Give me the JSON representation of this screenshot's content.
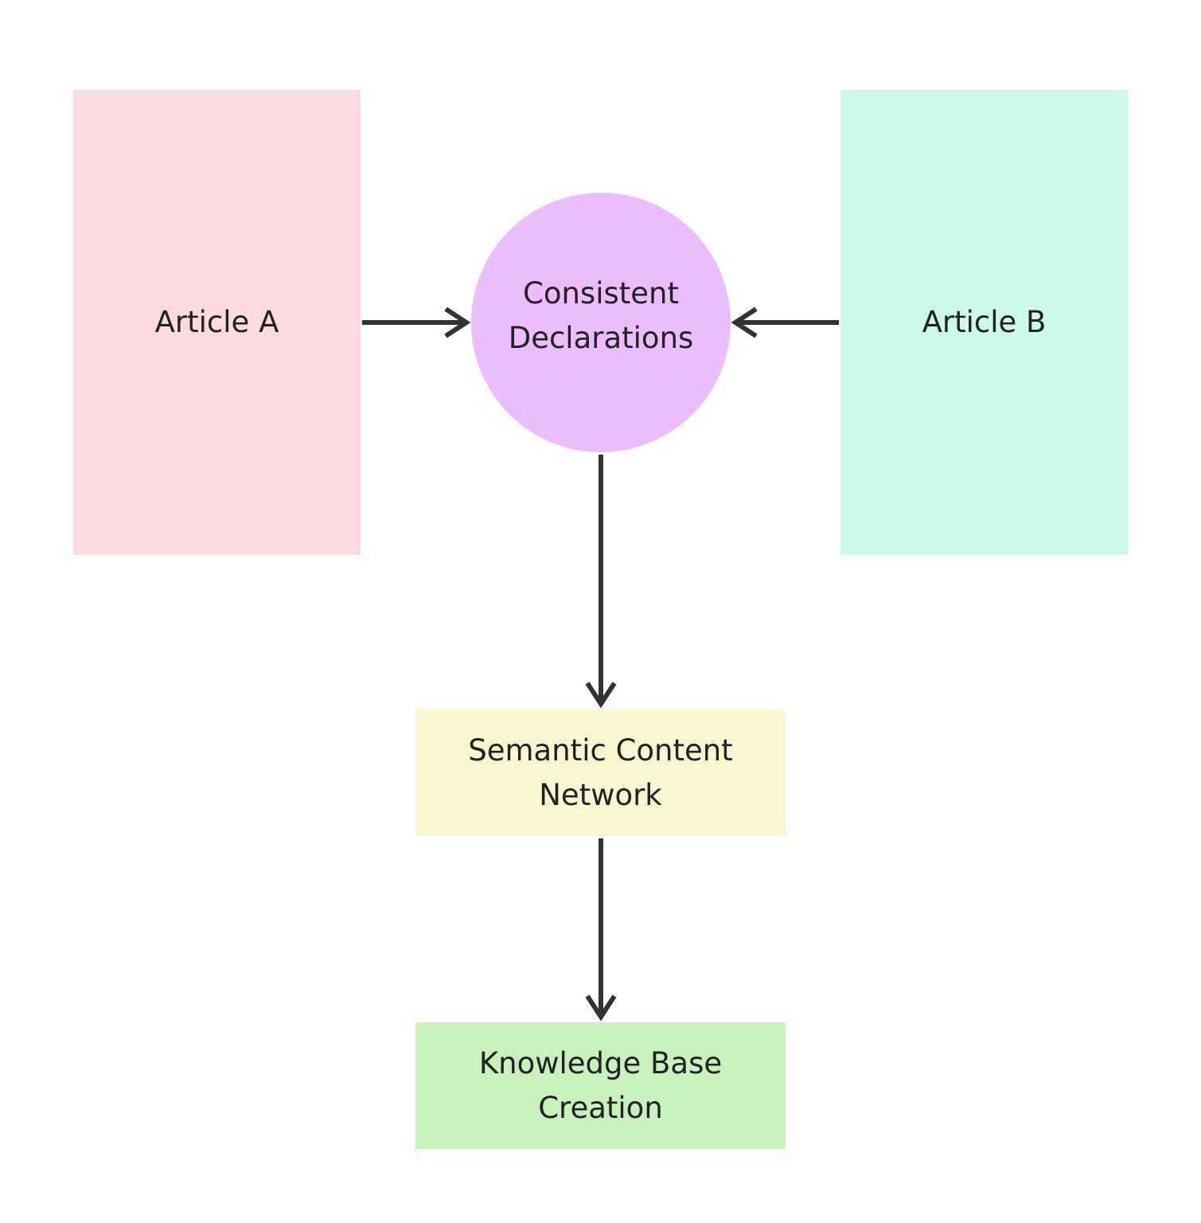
{
  "diagram": {
    "nodes": [
      {
        "id": "article-a",
        "label": "Article A",
        "color": "#fcdae1",
        "shape": "rectangle"
      },
      {
        "id": "consistent",
        "label": "Consistent\nDeclarations",
        "color": "#ebbdfc",
        "shape": "circle"
      },
      {
        "id": "article-b",
        "label": "Article B",
        "color": "#cdf9e8",
        "shape": "rectangle"
      },
      {
        "id": "semantic",
        "label": "Semantic Content\nNetwork",
        "color": "#f9f6d2",
        "shape": "rectangle"
      },
      {
        "id": "knowledge",
        "label": "Knowledge Base\nCreation",
        "color": "#c9f1be",
        "shape": "rectangle"
      }
    ],
    "edges": [
      {
        "from": "article-a",
        "to": "consistent"
      },
      {
        "from": "article-b",
        "to": "consistent"
      },
      {
        "from": "consistent",
        "to": "semantic"
      },
      {
        "from": "semantic",
        "to": "knowledge"
      }
    ],
    "edge_color": "#333333"
  }
}
